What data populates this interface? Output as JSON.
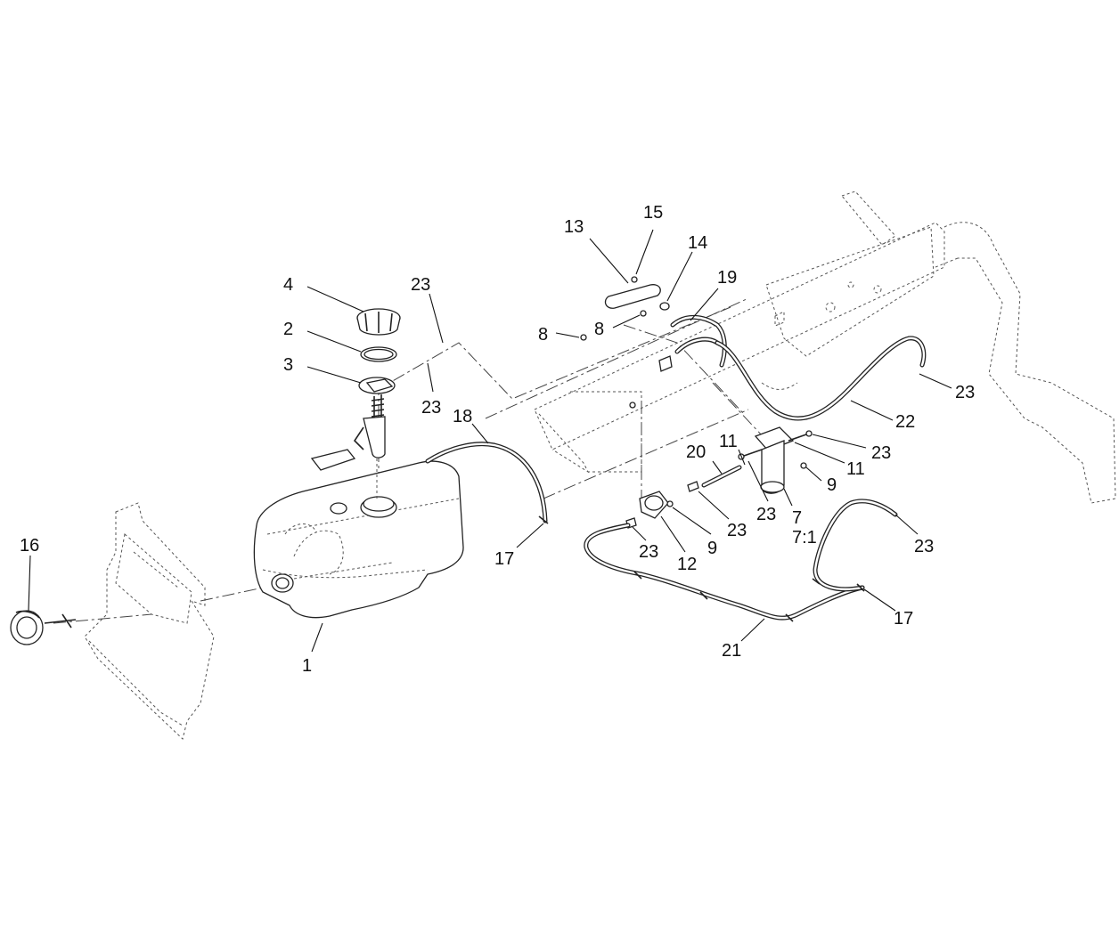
{
  "callouts": [
    {
      "id": "c1",
      "label": "1"
    },
    {
      "id": "c2",
      "label": "2"
    },
    {
      "id": "c3",
      "label": "3"
    },
    {
      "id": "c4",
      "label": "4"
    },
    {
      "id": "c7",
      "label": "7"
    },
    {
      "id": "c7r",
      "label": "7:1"
    },
    {
      "id": "c8a",
      "label": "8"
    },
    {
      "id": "c8b",
      "label": "8"
    },
    {
      "id": "c9a",
      "label": "9"
    },
    {
      "id": "c9b",
      "label": "9"
    },
    {
      "id": "c11a",
      "label": "11"
    },
    {
      "id": "c11b",
      "label": "11"
    },
    {
      "id": "c12",
      "label": "12"
    },
    {
      "id": "c13",
      "label": "13"
    },
    {
      "id": "c14",
      "label": "14"
    },
    {
      "id": "c15",
      "label": "15"
    },
    {
      "id": "c16",
      "label": "16"
    },
    {
      "id": "c17a",
      "label": "17"
    },
    {
      "id": "c17b",
      "label": "17"
    },
    {
      "id": "c18",
      "label": "18"
    },
    {
      "id": "c19",
      "label": "19"
    },
    {
      "id": "c20",
      "label": "20"
    },
    {
      "id": "c21",
      "label": "21"
    },
    {
      "id": "c22",
      "label": "22"
    },
    {
      "id": "c23a",
      "label": "23"
    },
    {
      "id": "c23b",
      "label": "23"
    },
    {
      "id": "c23c",
      "label": "23"
    },
    {
      "id": "c23d",
      "label": "23"
    },
    {
      "id": "c23e",
      "label": "23"
    },
    {
      "id": "c23f",
      "label": "23"
    },
    {
      "id": "c23g",
      "label": "23"
    },
    {
      "id": "c23h",
      "label": "23"
    }
  ]
}
